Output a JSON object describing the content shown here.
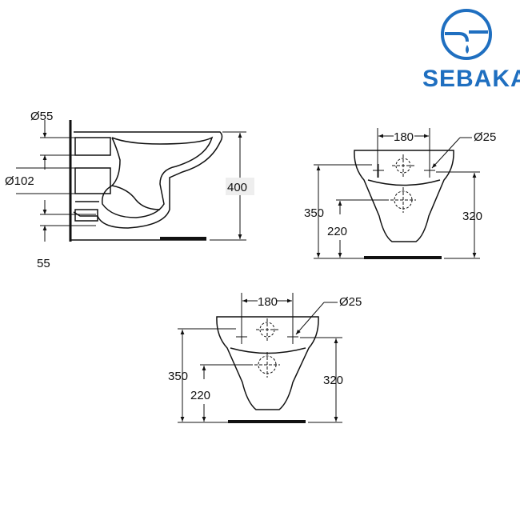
{
  "logo": {
    "text": "SEBAKA",
    "color": "#1f6fc0"
  },
  "side_view": {
    "labels": {
      "top_pipe": "Ø55",
      "drain": "Ø102",
      "bottom": "55",
      "height": "400"
    }
  },
  "front_view_1": {
    "labels": {
      "width": "180",
      "hole": "Ø25",
      "left_height": "350",
      "inner_height": "220",
      "right_height": "320"
    }
  },
  "front_view_2": {
    "labels": {
      "width": "180",
      "hole": "Ø25",
      "left_height": "350",
      "inner_height": "220",
      "right_height": "320"
    }
  }
}
